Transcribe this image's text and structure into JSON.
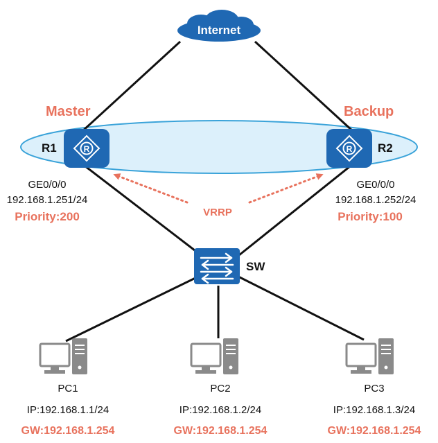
{
  "colors": {
    "device_blue": "#1f68b3",
    "accent_red": "#e8725d",
    "vrrp_zone_fill": "#dcf0fb",
    "vrrp_zone_stroke": "#3aa3d9",
    "pc_gray": "#8a8a8a"
  },
  "internet": {
    "label": "Internet",
    "icon": "cloud-icon"
  },
  "roles": {
    "master": "Master",
    "backup": "Backup"
  },
  "routers": [
    {
      "name": "R1",
      "interface": "GE0/0/0",
      "ip": "192.168.1.251/24",
      "priority": "Priority:200",
      "icon": "router-icon"
    },
    {
      "name": "R2",
      "interface": "GE0/0/0",
      "ip": "192.168.1.252/24",
      "priority": "Priority:100",
      "icon": "router-icon"
    }
  ],
  "vrrp": {
    "label": "VRRP"
  },
  "switch": {
    "name": "SW",
    "icon": "switch-icon"
  },
  "pcs": [
    {
      "name": "PC1",
      "ip": "IP:192.168.1.1/24",
      "gw": "GW:192.168.1.254",
      "icon": "pc-icon"
    },
    {
      "name": "PC2",
      "ip": "IP:192.168.1.2/24",
      "gw": "GW:192.168.1.254",
      "icon": "pc-icon"
    },
    {
      "name": "PC3",
      "ip": "IP:192.168.1.3/24",
      "gw": "GW:192.168.1.254",
      "icon": "pc-icon"
    }
  ]
}
